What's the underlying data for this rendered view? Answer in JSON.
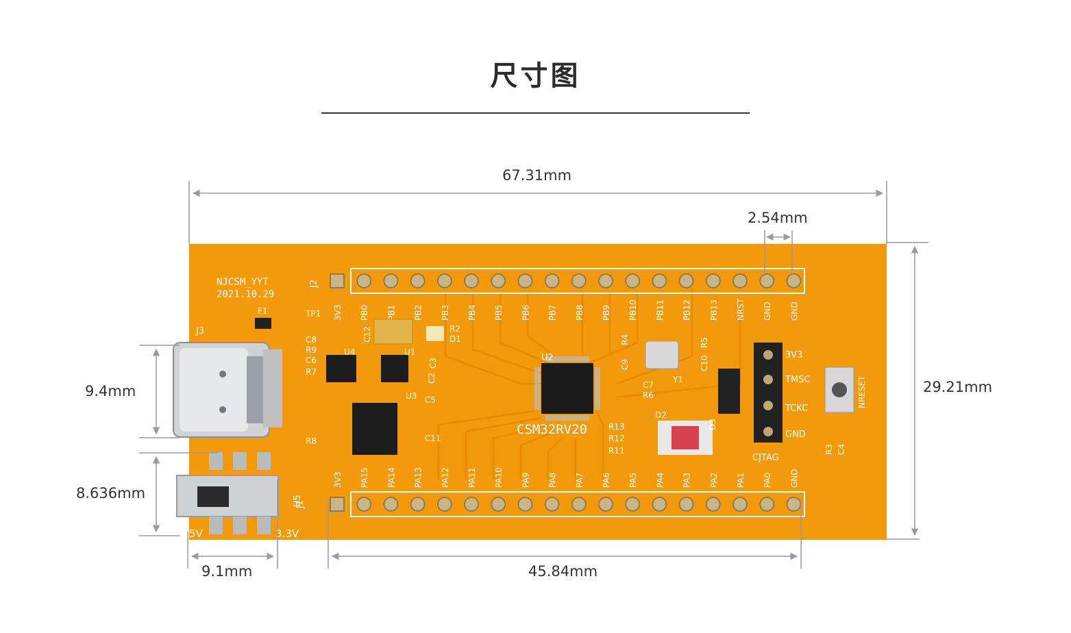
{
  "title": "尺寸图",
  "dimensions": {
    "width": "67.31mm",
    "pitch": "2.54mm",
    "height": "29.21mm",
    "usb": "9.4mm",
    "switch_height": "8.636mm",
    "switch_width": "9.1mm",
    "header_span": "45.84mm"
  },
  "board": {
    "name": "NJCSM_YYT",
    "date": "2021.10.29",
    "mcu": "CSM32RV20",
    "top_header_ref": "J2",
    "bottom_header_ref": "J1",
    "usb_ref": "J3",
    "switch_ref": "U5",
    "jtag_label": "CJTAG",
    "reset_label": "NRESET",
    "top_pins": [
      "3V3",
      "PB0",
      "PB1",
      "PB2",
      "PB3",
      "PB4",
      "PB5",
      "PB6",
      "PB7",
      "PB8",
      "PB9",
      "PB10",
      "PB11",
      "PB12",
      "PB13",
      "NRST",
      "GND",
      "GND"
    ],
    "bottom_pins": [
      "3V3",
      "PA15",
      "PA14",
      "PA13",
      "PA12",
      "PA11",
      "PA10",
      "PA9",
      "PA8",
      "PA7",
      "PA6",
      "PA5",
      "PA4",
      "PA3",
      "PA2",
      "PA1",
      "PA0",
      "GND"
    ],
    "jtag_pins": [
      "3V3",
      "TMSC",
      "TCKC",
      "GND"
    ],
    "refs": {
      "tp1": "TP1",
      "f1": "F1",
      "c8": "C8",
      "r9": "R9",
      "c6": "C6",
      "r7": "R7",
      "u4": "U4",
      "u1": "U1",
      "c2": "C2",
      "c3": "C3",
      "u3": "U3",
      "c5": "C5",
      "c11": "C11",
      "r8": "R8",
      "c12": "C12",
      "r2": "R2",
      "d1": "D1",
      "u2": "U2",
      "c9": "C9",
      "r4": "R4",
      "y1": "Y1",
      "c10": "C10",
      "r5": "R5",
      "c7": "C7",
      "r6": "R6",
      "r13": "R13",
      "r12": "R12",
      "r11": "R11",
      "d2": "D2",
      "d3": "D3",
      "r3": "R3",
      "c4": "C4",
      "v5": "5V",
      "v33": "3.3V"
    },
    "colors": {
      "pcb": "#f39a0c",
      "silk": "#ffffff",
      "pad": "#c9b58a",
      "chip": "#202020",
      "dim_line": "#9a9a9a"
    }
  }
}
